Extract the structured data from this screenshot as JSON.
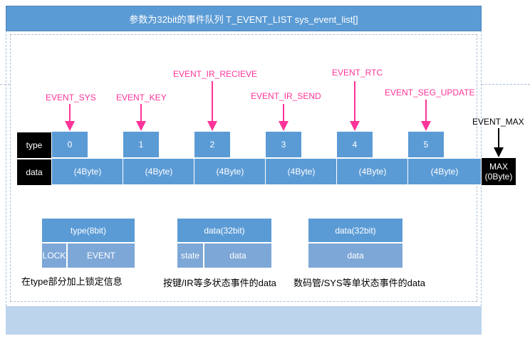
{
  "title": "参数为32bit的事件队列 T_EVENT_LIST  sys_event_list[]",
  "rows": {
    "type_label": "type",
    "data_label": "data"
  },
  "events": [
    {
      "index": "0",
      "name": "EVENT_SYS",
      "data": "(4Byte)"
    },
    {
      "index": "1",
      "name": "EVENT_KEY",
      "data": "(4Byte)"
    },
    {
      "index": "2",
      "name": "EVENT_IR_RECIEVE",
      "data": "(4Byte)"
    },
    {
      "index": "3",
      "name": "EVENT_IR_SEND",
      "data": "(4Byte)"
    },
    {
      "index": "4",
      "name": "EVENT_RTC",
      "data": "(4Byte)"
    },
    {
      "index": "5",
      "name": "EVENT_SEG_UPDATE",
      "data": "(4Byte)"
    }
  ],
  "max": {
    "label": "EVENT_MAX",
    "line1": "MAX",
    "line2": "(0Byte)"
  },
  "legends": [
    {
      "header": "type(8bit)",
      "cells": [
        "LOCK",
        "EVENT"
      ],
      "caption": "在type部分加上锁定信息"
    },
    {
      "header": "data(32bit)",
      "cells": [
        "state",
        "data"
      ],
      "caption": "按键/IR等多状态事件的data"
    },
    {
      "header": "data(32bit)",
      "cells": [
        "data"
      ],
      "caption": "数码管/SYS等单状态事件的data"
    }
  ],
  "colors": {
    "accent": "#5b9bd5",
    "arrow": "#ff3399",
    "label_bg": "#000000"
  }
}
